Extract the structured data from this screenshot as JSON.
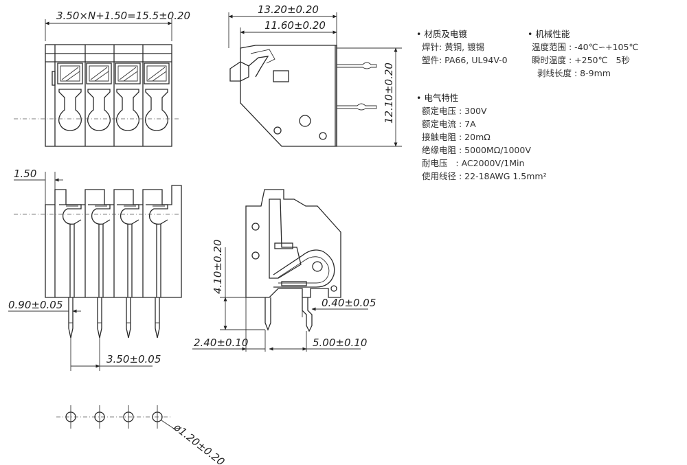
{
  "dimensions": {
    "width_formula": "3.50×N+1.50=15.5±0.20",
    "overall_depth": "13.20±0.20",
    "inner_depth": "11.60±0.20",
    "height": "12.10±0.20",
    "offset": "1.50",
    "pin_width": "0.90±0.05",
    "pitch": "3.50±0.05",
    "pin_height": "4.10±0.20",
    "pin_thickness": "0.40±0.05",
    "front_pin_offset": "2.40±0.10",
    "pin_spacing": "5.00±0.10",
    "hole_diameter": "ø1.20±0.20"
  },
  "specs": {
    "material": {
      "title": "• 材质及电镀",
      "rows": [
        "焊针: 黄铜, 镀锡",
        "塑件: PA66, UL94V-0"
      ]
    },
    "mechanical": {
      "title": "• 机械性能",
      "rows": [
        "温度范围 : -40℃∽+105℃",
        "瞬时温度 : +250℃   5秒",
        "剥线长度 : 8-9mm"
      ]
    },
    "electrical": {
      "title": "• 电气特性",
      "rows": [
        "额定电压 : 300V",
        "额定电流 : 7A",
        "接触电阻 : 20mΩ",
        "绝缘电阻 : 5000MΩ/1000V",
        "耐电压   : AC2000V/1Min",
        "使用线径 : 22-18AWG 1.5mm²"
      ]
    }
  }
}
